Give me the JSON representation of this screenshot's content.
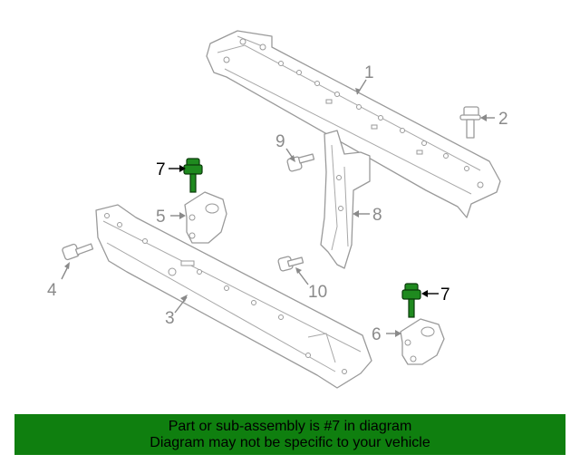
{
  "banner": {
    "line1": "Part or sub-assembly is #7 in diagram",
    "line2": "Diagram may not be specific to your vehicle"
  },
  "highlight_color": "#1f8a1f",
  "banner_color": "#0f7f0f",
  "callouts": {
    "c1": "1",
    "c2": "2",
    "c3": "3",
    "c4": "4",
    "c5": "5",
    "c6": "6",
    "c7a": "7",
    "c7b": "7",
    "c8": "8",
    "c9": "9",
    "c10": "10"
  },
  "highlighted_part": "7"
}
